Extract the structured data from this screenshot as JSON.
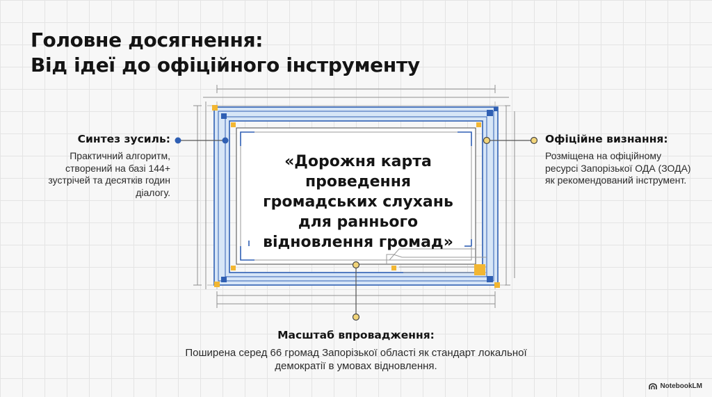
{
  "title": {
    "line1": "Головне досягнення:",
    "line2": "Від ідеї до офіційного інструменту"
  },
  "center_card": {
    "text": "«Дорожня карта проведення громадських слухань для раннього відновлення громад»"
  },
  "left_label": {
    "heading": "Синтез зусиль:",
    "body": "Практичний алгоритм, створений на базі 144+ зустрічей та десятків годин діалогу."
  },
  "right_label": {
    "heading": "Офіційне визнання:",
    "body": "Розміщена на офіційному ресурсі Запорізької ОДА (ЗОДА) як рекомендований інструмент."
  },
  "bottom_label": {
    "heading": "Масштаб впровадження:",
    "body": "Поширена серед 66 громад Запорізької області як стандарт локальної демократії в умовах відновлення."
  },
  "brand": {
    "name": "NotebookLM",
    "icon": "notebooklm-logo-icon"
  },
  "colors": {
    "blue": "#2f5fb3",
    "light_blue": "#d7e6f7",
    "gold": "#f2b632",
    "line_gray": "#8a8a8a"
  }
}
